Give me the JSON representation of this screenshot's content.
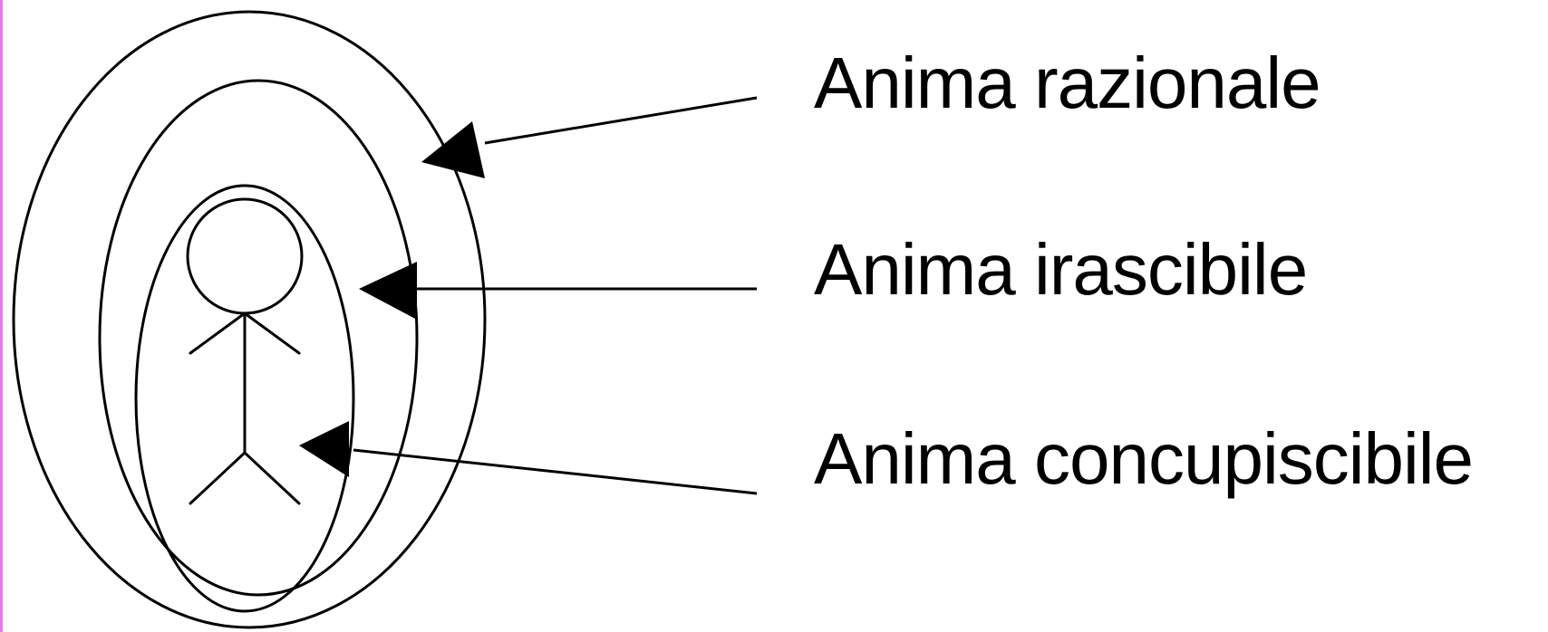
{
  "labels": {
    "razionale": "Anima razionale",
    "irascibile": "Anima irascibile",
    "concupiscibile": "Anima concupiscibile"
  },
  "colors": {
    "background": "#ffffff",
    "ink": "#000000",
    "left_border": "#e77be7"
  },
  "icons": {
    "figure": "stick-figure-icon",
    "arrow_head": "filled-triangle-arrowhead"
  }
}
